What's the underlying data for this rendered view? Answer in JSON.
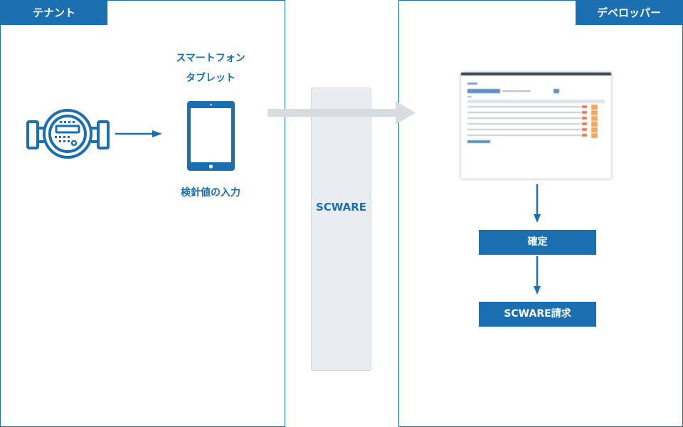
{
  "tenant": {
    "title": "テナント"
  },
  "developer": {
    "title": "デベロッパー"
  },
  "device": {
    "line1": "スマートフォン",
    "line2": "タブレット"
  },
  "input_label": "検針値の入力",
  "platform": {
    "label": "SCWARE"
  },
  "steps": {
    "confirm": "確定",
    "billing": "SCWARE請求"
  },
  "colors": {
    "primary": "#1b6fb0",
    "gray_arrow": "#d8dbe0",
    "bar_fill": "#e9ecf1"
  },
  "icons": [
    "water-meter-icon",
    "tablet-icon",
    "arrow-right-icon",
    "arrow-down-icon"
  ]
}
